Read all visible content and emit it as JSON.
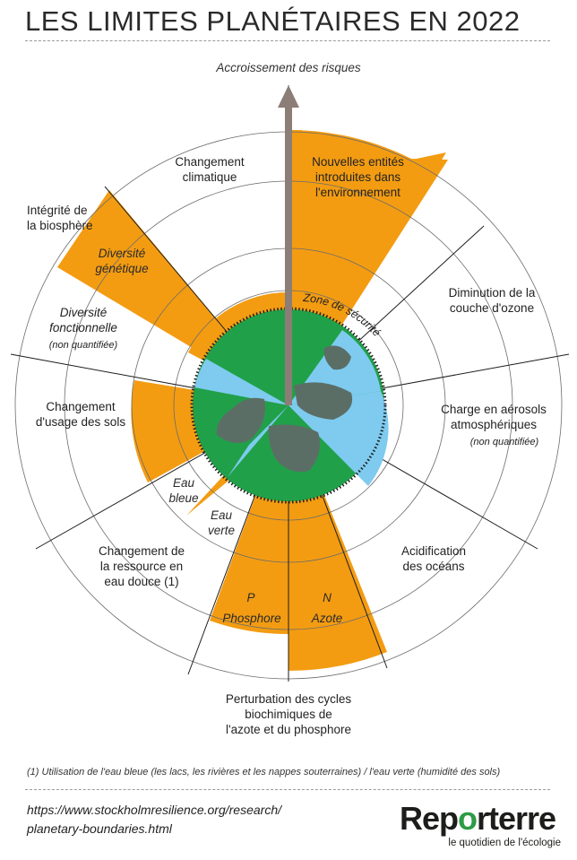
{
  "title": "LES LIMITES PLANÉTAIRES EN 2022",
  "arrow_label": "Accroissement des risques",
  "safe_zone_label": "Zone de sécurité",
  "boundaries": {
    "climate": "Changement\nclimatique",
    "novel_entities": "Nouvelles entités\nintroduites dans\nl'environnement",
    "biosphere": "Intégrité de\nla biosphère",
    "genetic_diversity": "Diversité\ngénétique",
    "functional_diversity": "Diversité\nfonctionnelle",
    "functional_not_quantified": "(non quantifiée)",
    "ozone": "Diminution de la\ncouche d'ozone",
    "land_use": "Changement\nd'usage des sols",
    "aerosols": "Charge en aérosols\natmosphériques",
    "aerosols_not_quantified": "(non quantifiée)",
    "blue_water": "Eau\nbleue",
    "green_water": "Eau\nverte",
    "freshwater": "Changement de\nla ressource en\neau douce (1)",
    "ocean_acidification": "Acidification\ndes océans",
    "phosphorus_symbol": "P",
    "phosphorus": "Phosphore",
    "nitrogen_symbol": "N",
    "nitrogen": "Azote",
    "biochemical": "Perturbation des cycles\nbiochimiques de\nl'azote et du phosphore"
  },
  "footnote": "(1) Utilisation de l'eau bleue (les lacs, les rivières et les nappes souterraines) / l'eau verte (humidité des sols)",
  "source_url_line1": "https://www.stockholmresilience.org/research/",
  "source_url_line2": "planetary-boundaries.html",
  "logo": {
    "name_part1": "Rep",
    "name_o": "o",
    "name_part2": "rterre",
    "tagline": "le quotidien de l'écologie"
  },
  "colors": {
    "exceeded": "#f39c12",
    "safe_zone": "#21a04a",
    "within": "#7ecbef",
    "rings": "#555555",
    "arrow": "#8c7d77"
  }
}
